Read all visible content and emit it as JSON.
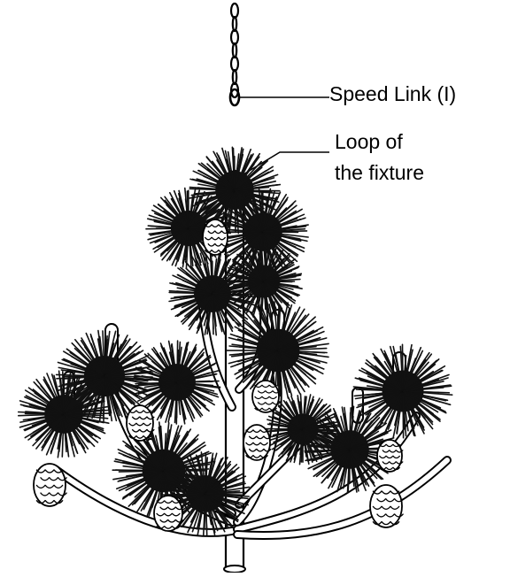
{
  "labels": {
    "speed_link": "Speed Link (I)",
    "loop_line1": "Loop of",
    "loop_line2": "the fixture"
  },
  "colors": {
    "ink": "#000000",
    "background": "#ffffff",
    "needles": "#111111"
  },
  "parts": {
    "chain": "chain-icon",
    "fixture": "pine-branch-chandelier-icon",
    "pinecone": "pinecone-icon",
    "candle_sleeve": "candle-sleeve-icon"
  }
}
